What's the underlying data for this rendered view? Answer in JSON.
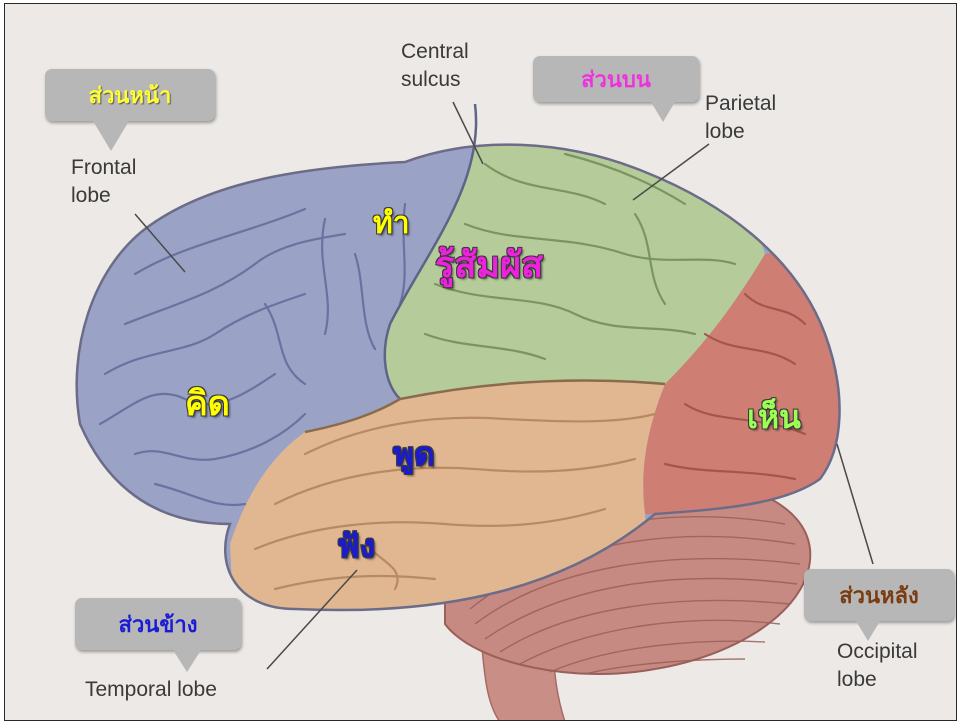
{
  "labels": {
    "central_sulcus": "Central\nsulcus",
    "parietal_lobe": "Parietal\nlobe",
    "frontal_lobe": "Frontal\nlobe",
    "occipital_lobe": "Occipital\nlobe",
    "temporal_lobe": "Temporal lobe"
  },
  "callouts": {
    "front": "ส่วนหน้า",
    "top": "ส่วนบน",
    "side": "ส่วนข้าง",
    "back": "ส่วนหลัง"
  },
  "functions": {
    "do": "ทำ",
    "sense": "รู้สัมผัส",
    "think": "คิด",
    "speak": "พูด",
    "see": "เห็น",
    "hear": "ฟัง"
  },
  "colors": {
    "background": "#ece9e6",
    "frontal": "#9aa2c6",
    "parietal": "#b5cc9a",
    "temporal": "#e0b791",
    "occipital": "#cf7e74",
    "cerebellum": "#c68a82",
    "callout_box": "#b7b7b7",
    "front_text": "#ffff33",
    "top_text": "#ee33dd",
    "side_text": "#1b1bd6",
    "back_text": "#7a3b10",
    "think_text": "#ffff00",
    "do_text": "#ffff00",
    "sense_text": "#ee22dd",
    "speak_text": "#1a1ad0",
    "hear_text": "#1a1ad0",
    "see_text": "#9cff55"
  }
}
